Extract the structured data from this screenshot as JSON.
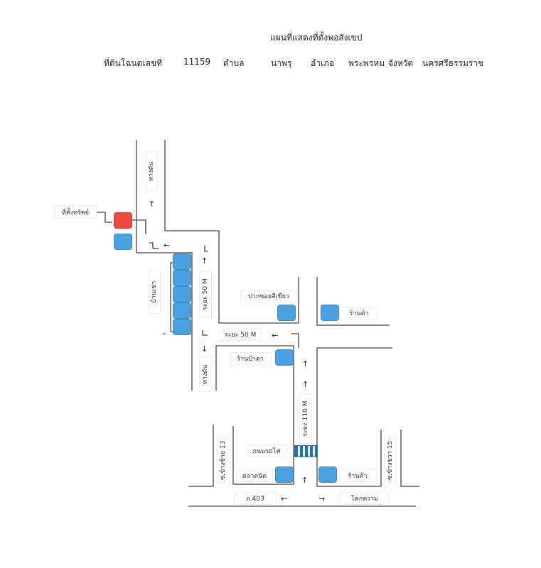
{
  "title": "แผนที่แสดงที่ตั้งพอสังเขป",
  "subtitle": {
    "deed_label": "ที่ดินโฉนดเลขที่",
    "deed_no": "11159",
    "subdistrict_label": "ตำบล",
    "subdistrict": "นาพรุ",
    "district_label": "อำเภอ",
    "district": "พระพรหม",
    "province_label": "จังหวัด",
    "province": "นครศรีธรรมราช"
  },
  "labels": {
    "dead_end_top": "ทางตัน",
    "property": "ที่ตั้งทรัพย์",
    "rental_houses": "บ้านเช่า",
    "distance_50_vertical": "ระยะ 50 M",
    "dead_end_bottom": "ทางตัน",
    "soi_entrance": "ปากซอยสีเขียว",
    "shop_top": "ร้านค้า",
    "distance_50_horizontal": "ระยะ 50 M",
    "shop_pada": "ร้านป้าดา",
    "distance_110": "ระยะ 110 M",
    "railway": "ถนนรถไฟ",
    "market": "ตลาดนัด",
    "shop_bottom": "ร้านค้า",
    "soi_13": "ซ.ข้างซ้าย 13",
    "soi_15": "ซ.ข้างขวา 15",
    "road_403": "ถ.403",
    "khok_khram": "โคกคราม"
  },
  "colors": {
    "property": "#ee4b3e",
    "building": "#4aa3e0"
  }
}
